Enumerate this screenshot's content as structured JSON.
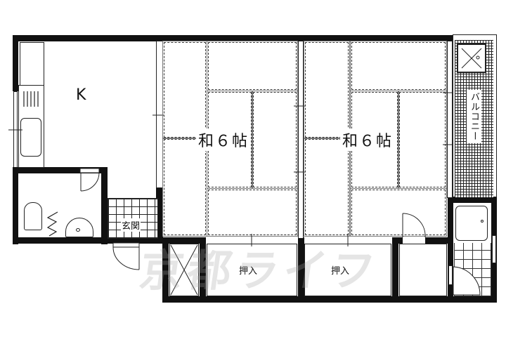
{
  "floor_plan": {
    "type": "2K apartment",
    "rooms": {
      "kitchen": {
        "label": "K"
      },
      "washitsu_1": {
        "label": "和６帖"
      },
      "washitsu_2": {
        "label": "和６帖"
      },
      "entrance": {
        "label": "玄関"
      },
      "closet_1": {
        "label": "押入"
      },
      "closet_2": {
        "label": "押入"
      },
      "balcony": {
        "label": "バルコニー"
      }
    },
    "watermark": "京都ライフ",
    "colors": {
      "wall": "#111111",
      "background": "#ffffff",
      "watermark": "#a0a0a0"
    }
  }
}
